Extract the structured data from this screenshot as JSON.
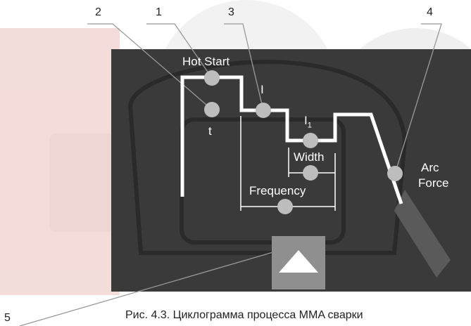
{
  "callouts": [
    "1",
    "2",
    "3",
    "4",
    "5"
  ],
  "labels": {
    "hot_start": "Hot Start",
    "t": "t",
    "i": "I",
    "i1": "I1",
    "width": "Width",
    "frequency": "Frequency",
    "arc": "Arc",
    "force": "Force"
  },
  "caption": "Рис. 4.3. Циклограмма процесса MMA сварки",
  "icons": {
    "button": "triangle-up-icon"
  },
  "colors": {
    "panel": "#3a3a3a",
    "curve": "#ffffff",
    "node": "#bdbdbd",
    "leader": "#9a9a9a",
    "watermark": "#e7c3bf",
    "button": "#8f8f8f"
  }
}
